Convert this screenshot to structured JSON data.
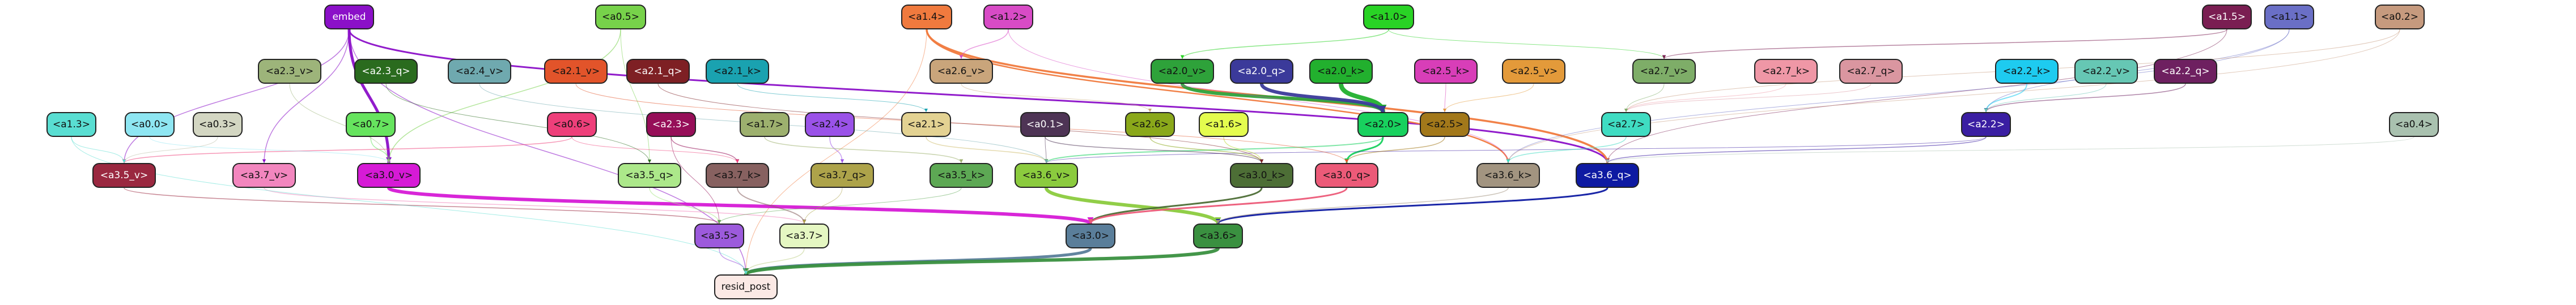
{
  "nodes": [
    {
      "id": "embed",
      "label": "embed",
      "color": "#8B10C8",
      "text": "dark"
    },
    {
      "id": "a05",
      "label": "<a0.5>",
      "color": "#77D24A",
      "text": "light"
    },
    {
      "id": "a14",
      "label": "<a1.4>",
      "color": "#F07A3E",
      "text": "light"
    },
    {
      "id": "a12",
      "label": "<a1.2>",
      "color": "#D84BC6",
      "text": "light"
    },
    {
      "id": "a10",
      "label": "<a1.0>",
      "color": "#29D325",
      "text": "light"
    },
    {
      "id": "a15",
      "label": "<a1.5>",
      "color": "#7A1E52",
      "text": "dark"
    },
    {
      "id": "a11",
      "label": "<a1.1>",
      "color": "#6A6FC6",
      "text": "light"
    },
    {
      "id": "a02",
      "label": "<a0.2>",
      "color": "#C69A7E",
      "text": "light"
    },
    {
      "id": "a23v",
      "label": "<a2.3_v>",
      "color": "#9DB47A",
      "text": "light"
    },
    {
      "id": "a23q",
      "label": "<a2.3_q>",
      "color": "#2A6B1E",
      "text": "dark"
    },
    {
      "id": "a24v",
      "label": "<a2.4_v>",
      "color": "#6FA9AF",
      "text": "light"
    },
    {
      "id": "a21v",
      "label": "<a2.1_v>",
      "color": "#E2542A",
      "text": "light"
    },
    {
      "id": "a21q",
      "label": "<a2.1_q>",
      "color": "#7E2024",
      "text": "dark"
    },
    {
      "id": "a21k",
      "label": "<a2.1_k>",
      "color": "#1AA2B0",
      "text": "light"
    },
    {
      "id": "a26v",
      "label": "<a2.6_v>",
      "color": "#C9A57B",
      "text": "light"
    },
    {
      "id": "a20v",
      "label": "<a2.0_v>",
      "color": "#2EA23A",
      "text": "light"
    },
    {
      "id": "a20q",
      "label": "<a2.0_q>",
      "color": "#3B3A9A",
      "text": "dark"
    },
    {
      "id": "a20k",
      "label": "<a2.0_k>",
      "color": "#22B02E",
      "text": "light"
    },
    {
      "id": "a25k",
      "label": "<a2.5_k>",
      "color": "#D83EB8",
      "text": "light"
    },
    {
      "id": "a25v",
      "label": "<a2.5_v>",
      "color": "#E39A3A",
      "text": "light"
    },
    {
      "id": "a27v",
      "label": "<a2.7_v>",
      "color": "#7EAD68",
      "text": "light"
    },
    {
      "id": "a27k",
      "label": "<a2.7_k>",
      "color": "#EF97A6",
      "text": "light"
    },
    {
      "id": "a27q",
      "label": "<a2.7_q>",
      "color": "#DA96A0",
      "text": "light"
    },
    {
      "id": "a22k",
      "label": "<a2.2_k>",
      "color": "#1ECBF0",
      "text": "light"
    },
    {
      "id": "a22v",
      "label": "<a2.2_v>",
      "color": "#66C7B4",
      "text": "light"
    },
    {
      "id": "a22q",
      "label": "<a2.2_q>",
      "color": "#6E2060",
      "text": "dark"
    },
    {
      "id": "a13",
      "label": "<a1.3>",
      "color": "#59DED2",
      "text": "light"
    },
    {
      "id": "a00",
      "label": "<a0.0>",
      "color": "#8EE6F2",
      "text": "light"
    },
    {
      "id": "a03",
      "label": "<a0.3>",
      "color": "#D3D6C2",
      "text": "light"
    },
    {
      "id": "a07",
      "label": "<a0.7>",
      "color": "#66E45E",
      "text": "light"
    },
    {
      "id": "a06",
      "label": "<a0.6>",
      "color": "#EE3F7A",
      "text": "light"
    },
    {
      "id": "a23",
      "label": "<a2.3>",
      "color": "#960E58",
      "text": "dark"
    },
    {
      "id": "a17",
      "label": "<a1.7>",
      "color": "#9DB06E",
      "text": "light"
    },
    {
      "id": "a24",
      "label": "<a2.4>",
      "color": "#9A52E8",
      "text": "light"
    },
    {
      "id": "a21",
      "label": "<a2.1>",
      "color": "#E3D292",
      "text": "light"
    },
    {
      "id": "a01",
      "label": "<a0.1>",
      "color": "#4E3455",
      "text": "dark"
    },
    {
      "id": "a26",
      "label": "<a2.6>",
      "color": "#8AA81A",
      "text": "light"
    },
    {
      "id": "a16",
      "label": "<a1.6>",
      "color": "#E4FC4E",
      "text": "light"
    },
    {
      "id": "a20",
      "label": "<a2.0>",
      "color": "#18D15E",
      "text": "light"
    },
    {
      "id": "a25",
      "label": "<a2.5>",
      "color": "#A2781A",
      "text": "light"
    },
    {
      "id": "a27",
      "label": "<a2.7>",
      "color": "#3FDCC2",
      "text": "light"
    },
    {
      "id": "a22",
      "label": "<a2.2>",
      "color": "#3A1EA2",
      "text": "dark"
    },
    {
      "id": "a04",
      "label": "<a0.4>",
      "color": "#A9C1AF",
      "text": "light"
    },
    {
      "id": "a35v",
      "label": "<a3.5_v>",
      "color": "#9A2840",
      "text": "dark"
    },
    {
      "id": "a37v",
      "label": "<a3.7_v>",
      "color": "#F286BE",
      "text": "light"
    },
    {
      "id": "a30v",
      "label": "<a3.0_v>",
      "color": "#D61AD6",
      "text": "light"
    },
    {
      "id": "a35q",
      "label": "<a3.5_q>",
      "color": "#ACE88A",
      "text": "light"
    },
    {
      "id": "a37k",
      "label": "<a3.7_k>",
      "color": "#876160",
      "text": "light"
    },
    {
      "id": "a37q",
      "label": "<a3.7_q>",
      "color": "#ADA34A",
      "text": "light"
    },
    {
      "id": "a35k",
      "label": "<a3.5_k>",
      "color": "#5DA854",
      "text": "light"
    },
    {
      "id": "a36v",
      "label": "<a3.6_v>",
      "color": "#8BCB3E",
      "text": "light"
    },
    {
      "id": "a30k",
      "label": "<a3.0_k>",
      "color": "#4D6E36",
      "text": "light"
    },
    {
      "id": "a30q",
      "label": "<a3.0_q>",
      "color": "#EC5A78",
      "text": "light"
    },
    {
      "id": "a36k",
      "label": "<a3.6_k>",
      "color": "#A29480",
      "text": "light"
    },
    {
      "id": "a36q",
      "label": "<a3.6_q>",
      "color": "#0E1AA2",
      "text": "dark"
    },
    {
      "id": "a35",
      "label": "<a3.5>",
      "color": "#9C5ADC",
      "text": "light"
    },
    {
      "id": "a37",
      "label": "<a3.7>",
      "color": "#E5F7C2",
      "text": "light"
    },
    {
      "id": "a30",
      "label": "<a3.0>",
      "color": "#5A7E9A",
      "text": "light"
    },
    {
      "id": "a36",
      "label": "<a3.6>",
      "color": "#3A9040",
      "text": "light"
    },
    {
      "id": "resid",
      "label": "resid_post",
      "color": "#FBE9E5",
      "text": "light"
    }
  ],
  "edges": [
    {
      "from": "embed",
      "to": "a30v",
      "color": "#8B10C8",
      "width": 5
    },
    {
      "from": "embed",
      "to": "a36q",
      "color": "#8B10C8",
      "width": 3
    },
    {
      "from": "embed",
      "to": "a35v",
      "color": "#8B10C8",
      "width": 1.5
    },
    {
      "from": "embed",
      "to": "a37v",
      "color": "#8B10C8",
      "width": 1.5
    },
    {
      "from": "embed",
      "to": "resid",
      "color": "#8B10C8",
      "width": 1.5
    },
    {
      "from": "a14",
      "to": "a36q",
      "color": "#F07A3E",
      "width": 3.5
    },
    {
      "from": "a14",
      "to": "a36k",
      "color": "#F07A3E",
      "width": 2.5
    },
    {
      "from": "a14",
      "to": "resid",
      "color": "#F07A3E",
      "width": 1
    },
    {
      "from": "a20k",
      "to": "a20",
      "color": "#22B02E",
      "width": 8
    },
    {
      "from": "a20v",
      "to": "a20",
      "color": "#2EA23A",
      "width": 6
    },
    {
      "from": "a20q",
      "to": "a20",
      "color": "#3B3A9A",
      "width": 6
    },
    {
      "from": "a20",
      "to": "a30q",
      "color": "#18D15E",
      "width": 3
    },
    {
      "from": "a20",
      "to": "a36v",
      "color": "#18D15E",
      "width": 2
    },
    {
      "from": "a30v",
      "to": "a30",
      "color": "#D61AD6",
      "width": 6
    },
    {
      "from": "a36v",
      "to": "a36",
      "color": "#8BCB3E",
      "width": 6
    },
    {
      "from": "a30k",
      "to": "a30",
      "color": "#4D6E36",
      "width": 3
    },
    {
      "from": "a30q",
      "to": "a30",
      "color": "#EC5A78",
      "width": 3
    },
    {
      "from": "a36q",
      "to": "a36",
      "color": "#0E1AA2",
      "width": 3
    },
    {
      "from": "a30",
      "to": "resid",
      "color": "#5A7E9A",
      "width": 5
    },
    {
      "from": "a36",
      "to": "resid",
      "color": "#3A9040",
      "width": 6
    },
    {
      "from": "a35v",
      "to": "a35",
      "color": "#9A2840",
      "width": 1.5
    },
    {
      "from": "a37v",
      "to": "a37",
      "color": "#F286BE",
      "width": 1.5
    },
    {
      "from": "a35q",
      "to": "a35",
      "color": "#ACE88A",
      "width": 1.5
    },
    {
      "from": "a37k",
      "to": "a37",
      "color": "#876160",
      "width": 2
    },
    {
      "from": "a35",
      "to": "resid",
      "color": "#9C5ADC",
      "width": 1.5
    },
    {
      "from": "a37",
      "to": "resid",
      "color": "#BFD08A",
      "width": 1.5
    },
    {
      "from": "a05",
      "to": "a30v",
      "color": "#77D24A",
      "width": 1.5
    },
    {
      "from": "a05",
      "to": "a35q",
      "color": "#77D24A",
      "width": 1
    },
    {
      "from": "a12",
      "to": "a26v",
      "color": "#D84BC6",
      "width": 1.5
    },
    {
      "from": "a12",
      "to": "a36k",
      "color": "#D84BC6",
      "width": 1
    },
    {
      "from": "a10",
      "to": "a20v",
      "color": "#29D325",
      "width": 1.5
    },
    {
      "from": "a10",
      "to": "a27v",
      "color": "#29D325",
      "width": 1
    },
    {
      "from": "a15",
      "to": "a27v",
      "color": "#7A1E52",
      "width": 1.5
    },
    {
      "from": "a15",
      "to": "a36q",
      "color": "#7A1E52",
      "width": 1
    },
    {
      "from": "a11",
      "to": "a22",
      "color": "#6A6FC6",
      "width": 1
    },
    {
      "from": "a11",
      "to": "a36k",
      "color": "#6A6FC6",
      "width": 1
    },
    {
      "from": "a02",
      "to": "a27",
      "color": "#C69A7E",
      "width": 1
    },
    {
      "from": "a02",
      "to": "a36k",
      "color": "#C69A7E",
      "width": 1
    },
    {
      "from": "a22k",
      "to": "a22",
      "color": "#1ECBF0",
      "width": 2
    },
    {
      "from": "a22q",
      "to": "a22",
      "color": "#6E2060",
      "width": 1.5
    },
    {
      "from": "a22",
      "to": "a36q",
      "color": "#3A1EA2",
      "width": 1.5
    },
    {
      "from": "a22",
      "to": "a36v",
      "color": "#3A1EA2",
      "width": 1
    },
    {
      "from": "a27",
      "to": "a36k",
      "color": "#3FDCC2",
      "width": 1.5
    },
    {
      "from": "a25",
      "to": "a30q",
      "color": "#A2781A",
      "width": 1.5
    },
    {
      "from": "a25k",
      "to": "a25",
      "color": "#D83EB8",
      "width": 1
    },
    {
      "from": "a25v",
      "to": "a25",
      "color": "#E39A3A",
      "width": 1
    },
    {
      "from": "a26",
      "to": "a30k",
      "color": "#8AA81A",
      "width": 1.5
    },
    {
      "from": "a16",
      "to": "a30k",
      "color": "#C0DA40",
      "width": 1.5
    },
    {
      "from": "a01",
      "to": "a30k",
      "color": "#4E3455",
      "width": 1.5
    },
    {
      "from": "a01",
      "to": "a36v",
      "color": "#4E3455",
      "width": 1
    },
    {
      "from": "a21",
      "to": "a36v",
      "color": "#D0BE70",
      "width": 1.5
    },
    {
      "from": "a24",
      "to": "a37q",
      "color": "#9A52E8",
      "width": 1.5
    },
    {
      "from": "a17",
      "to": "a35k",
      "color": "#9DB06E",
      "width": 1.5
    },
    {
      "from": "a23",
      "to": "a37k",
      "color": "#960E58",
      "width": 1.5
    },
    {
      "from": "a23",
      "to": "a35",
      "color": "#960E58",
      "width": 1
    },
    {
      "from": "a06",
      "to": "a35v",
      "color": "#EE3F7A",
      "width": 1.5
    },
    {
      "from": "a06",
      "to": "a37k",
      "color": "#EE3F7A",
      "width": 1
    },
    {
      "from": "a07",
      "to": "a30v",
      "color": "#66E45E",
      "width": 1.5
    },
    {
      "from": "a03",
      "to": "a35v",
      "color": "#B8BCA4",
      "width": 1
    },
    {
      "from": "a00",
      "to": "a30v",
      "color": "#8EE6F2",
      "width": 1
    },
    {
      "from": "a13",
      "to": "a35v",
      "color": "#59DED2",
      "width": 1
    },
    {
      "from": "a13",
      "to": "resid",
      "color": "#59DED2",
      "width": 1
    },
    {
      "from": "a04",
      "to": "a36q",
      "color": "#A9C1AF",
      "width": 1
    },
    {
      "from": "a23v",
      "to": "a30v",
      "color": "#9DB47A",
      "width": 1
    },
    {
      "from": "a23q",
      "to": "a35q",
      "color": "#2A6B1E",
      "width": 1
    },
    {
      "from": "a24v",
      "to": "a36v",
      "color": "#6FA9AF",
      "width": 1
    },
    {
      "from": "a21v",
      "to": "a30q",
      "color": "#E2542A",
      "width": 1
    },
    {
      "from": "a21q",
      "to": "a30k",
      "color": "#7E2024",
      "width": 1
    },
    {
      "from": "a21k",
      "to": "a21",
      "color": "#1AA2B0",
      "width": 1
    },
    {
      "from": "a26v",
      "to": "a26",
      "color": "#C9A57B",
      "width": 1
    },
    {
      "from": "a27k",
      "to": "a27",
      "color": "#EF97A6",
      "width": 1
    },
    {
      "from": "a27q",
      "to": "a27",
      "color": "#DA96A0",
      "width": 1
    },
    {
      "from": "a27v",
      "to": "a27",
      "color": "#7EAD68",
      "width": 1
    },
    {
      "from": "a22v",
      "to": "a22",
      "color": "#66C7B4",
      "width": 1
    },
    {
      "from": "a35k",
      "to": "a35",
      "color": "#5DA854",
      "width": 1
    },
    {
      "from": "a37q",
      "to": "a37",
      "color": "#ADA34A",
      "width": 1
    },
    {
      "from": "a36k",
      "to": "a36",
      "color": "#A29480",
      "width": 1.5
    }
  ]
}
